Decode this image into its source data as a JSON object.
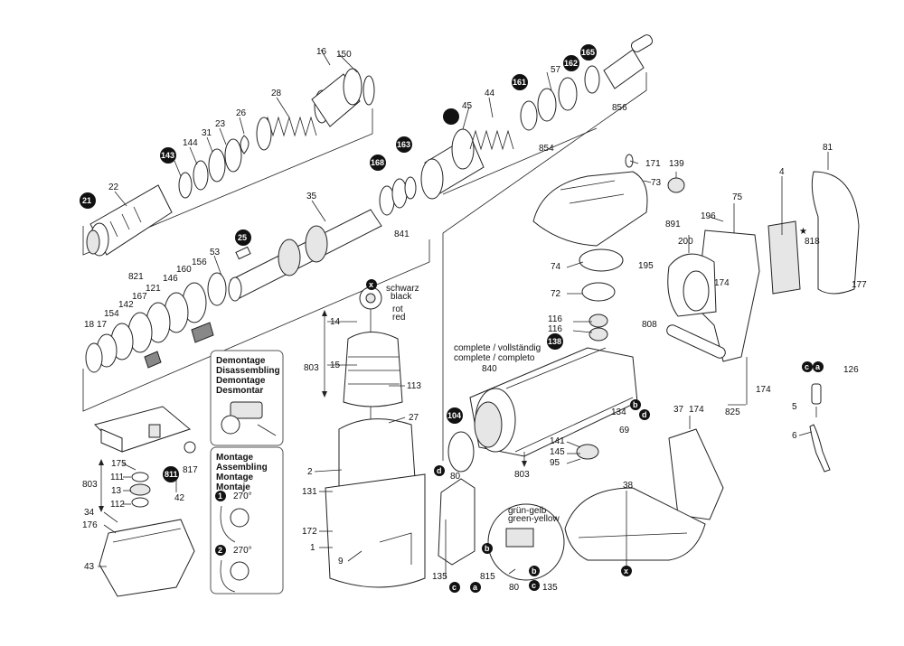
{
  "colors": {
    "ink": "#111111",
    "bullet": "#111111",
    "paper": "#ffffff",
    "panel": "#ffffff",
    "part_shade": "#e6e6e6"
  },
  "callouts": {
    "p16": "16",
    "p150": "150",
    "p28": "28",
    "p26": "26",
    "p23": "23",
    "p31": "31",
    "p144": "144",
    "p22": "22",
    "p35": "35",
    "p53": "53",
    "p156": "156",
    "p160": "160",
    "p146": "146",
    "p821": "821",
    "p167": "167",
    "p121": "121",
    "p142": "142",
    "p154": "154",
    "p17": "17",
    "p18": "18",
    "p45": "45",
    "p44": "44",
    "p57": "57",
    "p856": "856",
    "p854": "854",
    "p841": "841",
    "p171": "171",
    "p139": "139",
    "p73": "73",
    "p81": "81",
    "p4": "4",
    "p818": "818",
    "p177": "177",
    "p75": "75",
    "p196": "196",
    "p891": "891",
    "p200": "200",
    "p195": "195",
    "p174a": "174",
    "p808": "808",
    "p74": "74",
    "p72": "72",
    "p116a": "116",
    "p116b": "116",
    "p840": "840",
    "p134": "134",
    "p69": "69",
    "p141": "141",
    "p145": "145",
    "p95": "95",
    "p803a": "803",
    "p825": "825",
    "p174b": "174",
    "p126": "126",
    "p5": "5",
    "p6": "6",
    "p37": "37",
    "p174c": "174",
    "p38": "38",
    "p80a": "80",
    "p815": "815",
    "p135a": "135",
    "p80b": "80",
    "p135b": "135",
    "p14": "14",
    "p15": "15",
    "p803b": "803",
    "p113": "113",
    "p27": "27",
    "p2": "2",
    "p131": "131",
    "p172": "172",
    "p1": "1",
    "p9": "9",
    "p175": "175",
    "p111": "111",
    "p13": "13",
    "p112": "112",
    "p803c": "803",
    "p34": "34",
    "p176": "176",
    "p43": "43",
    "p817": "817",
    "p42": "42"
  },
  "bullets": {
    "b21": "21",
    "b143": "143",
    "b25": "25",
    "b161": "161",
    "b162": "162",
    "b165": "165",
    "b163": "163",
    "b168": "168",
    "b138": "138",
    "b104": "104",
    "b811": "811",
    "b45": ""
  },
  "letter_markers": {
    "x_top": "x",
    "x_bottom": "x",
    "b1": "b",
    "b2": "b",
    "b3": "b",
    "d1": "d",
    "d2": "d",
    "c1": "c",
    "c2": "c",
    "c3": "c",
    "a1": "a",
    "a2": "a"
  },
  "wire_labels": {
    "schwarz": "schwarz",
    "black": "black",
    "rot": "rot",
    "red": "red",
    "gruen_gelb": "grün-gelb",
    "green_yellow": "green-yellow"
  },
  "housing_labels": {
    "complete_de": "complete / vollständig",
    "complete_es": "complete / completo"
  },
  "demontage_box": {
    "lines": [
      "Demontage",
      "Disassembling",
      "Demontage",
      "Desmontar"
    ]
  },
  "montage_box": {
    "lines": [
      "Montage",
      "Assembling",
      "Montage",
      "Montaje"
    ],
    "step1": "1",
    "step2": "2",
    "angle1": "270°",
    "angle2": "270°"
  },
  "star_symbol": "★"
}
